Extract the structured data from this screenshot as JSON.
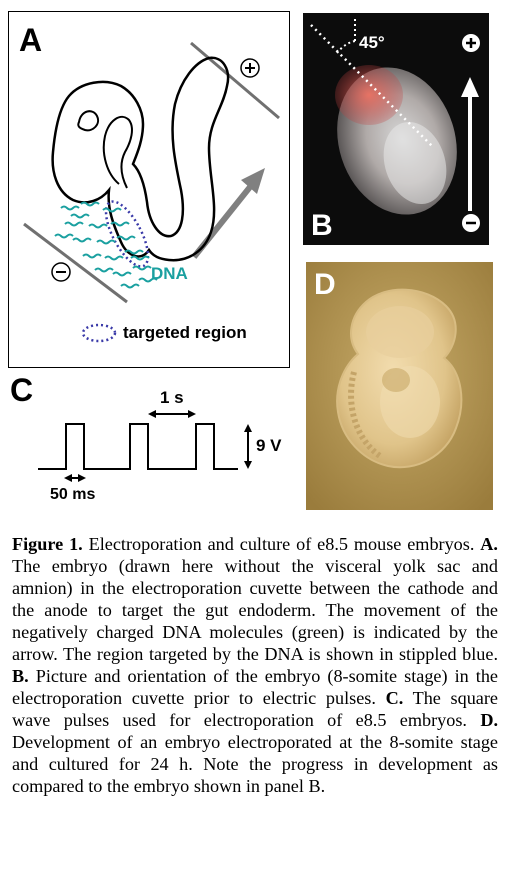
{
  "panel_a": {
    "label": "A",
    "dna_label": "DNA",
    "legend_label": "targeted region",
    "plus_symbol": "+",
    "minus_symbol": "−",
    "colors": {
      "dna": "#1aa0a0",
      "region": "#3a3aa8",
      "arrow": "#808080"
    }
  },
  "panel_b": {
    "label": "B",
    "angle_label": "45°",
    "plus_symbol": "+",
    "minus_symbol": "−"
  },
  "panel_c": {
    "label": "C",
    "interval_label": "1 s",
    "voltage_label": "9 V",
    "width_label": "50 ms"
  },
  "panel_d": {
    "label": "D"
  },
  "caption": {
    "figure_label": "Figure 1.",
    "intro": " Electroporation and culture of e8.5 mouse embryos. ",
    "a_label": "A.",
    "a_text": " The embryo (drawn here without the visceral yolk sac and amnion) in the electroporation cuvette between the cathode and the anode to target the gut endoderm. The movement of the negatively charged DNA molecules (green) is indicated by the arrow. The region targeted by the DNA is shown in stippled blue. ",
    "b_label": "B.",
    "b_text": " Picture and orientation of the embryo (8-somite stage) in the electroporation cuvette prior to electric pulses. ",
    "c_label": "C.",
    "c_text": " The square wave pulses used for electroporation of e8.5 embryos. ",
    "d_label": "D.",
    "d_text": " Development of an embryo electroporated at the 8-somite stage and cultured for 24 h. Note the progress in development as compared to the embryo shown in panel B."
  }
}
